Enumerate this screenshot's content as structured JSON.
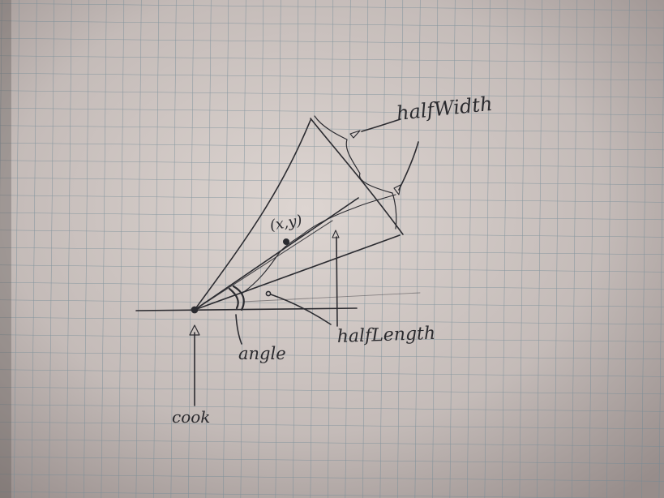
{
  "diagram": {
    "labels": {
      "half_width": "halfWidth",
      "xy": "(x,y)",
      "half_length": "halfLength",
      "angle": "angle",
      "cook": "cook"
    },
    "colors": {
      "paper_light": "#d8d0cc",
      "paper_mid": "#b9afad",
      "paper_shadow": "#5d5553",
      "grid": "#6f8894",
      "ink": "#2b2b30"
    }
  }
}
